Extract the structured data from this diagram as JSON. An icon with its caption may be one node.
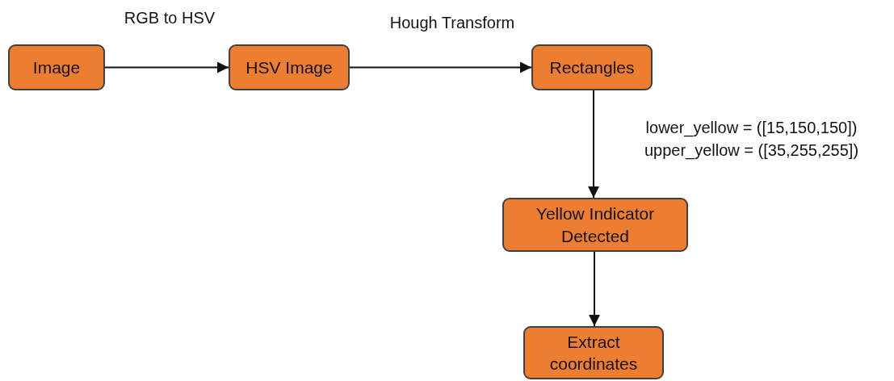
{
  "diagram": {
    "nodes": [
      {
        "text": [
          "Image"
        ]
      },
      {
        "text": [
          "HSV Image"
        ]
      },
      {
        "text": [
          "Rectangles"
        ]
      },
      {
        "text": [
          "Yellow Indicator Detected"
        ]
      },
      {
        "text": [
          "Extract coordinates"
        ]
      }
    ],
    "edges": [
      {
        "from": 0,
        "to": 1,
        "arrow": "to",
        "label": "RGB to HSV"
      },
      {
        "from": 1,
        "to": 2,
        "arrow": "to",
        "label": "Hough Transform"
      },
      {
        "from": 2,
        "to": 3,
        "arrow": "to",
        "label": "lower_yellow = ([15,150,150]) upper_yellow = ([35,255,255])"
      },
      {
        "from": 3,
        "to": 4,
        "arrow": "to"
      }
    ]
  }
}
